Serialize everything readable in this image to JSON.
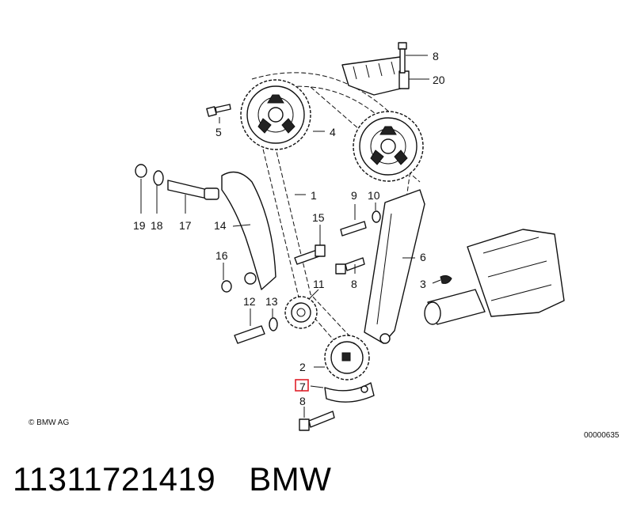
{
  "diagram": {
    "copyright": "© BMW AG",
    "image_number": "00000635",
    "highlighted_callout": "7",
    "callouts": [
      "8",
      "20",
      "5",
      "4",
      "1",
      "9",
      "10",
      "19",
      "18",
      "17",
      "14",
      "15",
      "16",
      "6",
      "3",
      "8",
      "12",
      "13",
      "11",
      "2",
      "7",
      "8"
    ]
  },
  "caption": {
    "part_number": "11311721419",
    "brand": "BMW"
  },
  "colors": {
    "highlight": "#e0202a",
    "line": "#111111"
  }
}
